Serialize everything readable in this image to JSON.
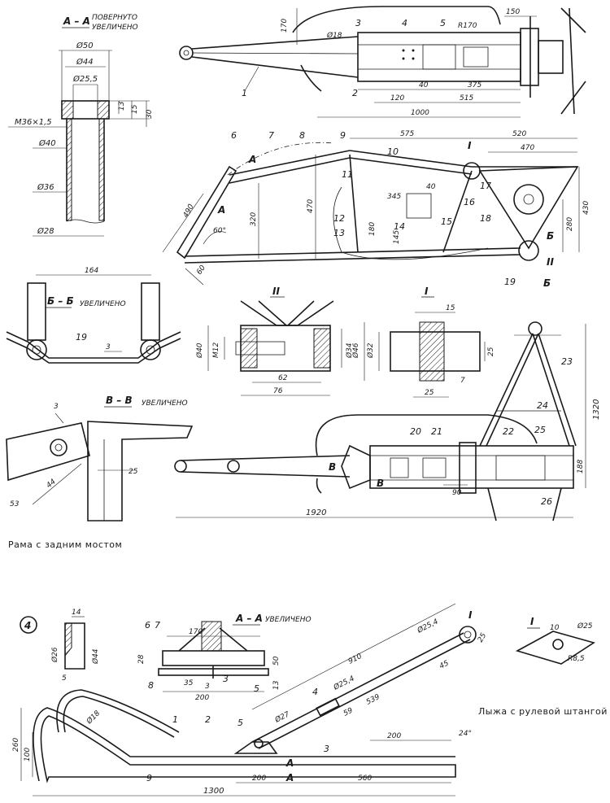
{
  "sections": {
    "aa_top": "А – А",
    "aa_top_note1": "ПОВЕРНУТО",
    "aa_top_note2": "УВЕЛИЧЕНО",
    "bb": "Б – Б",
    "bb_note": "УВЕЛИЧЕНО",
    "vv": "В – В",
    "vv_note": "УВЕЛИЧЕНО",
    "ii_1": "II",
    "i_1": "I",
    "aa_bottom": "А – А",
    "aa_bottom_note": "УВЕЛИЧЕНО",
    "i_bottom": "I",
    "i_bottom_view": "I",
    "marker_ii": "II",
    "marker_i_side": "I",
    "marker_b": "Б",
    "marker_b2": "Б",
    "marker_a": "А",
    "marker_a2": "А",
    "marker_v": "В",
    "marker_v2": "В",
    "marker_a_ski": "А",
    "marker_a_ski2": "А"
  },
  "captions": {
    "frame": "Рама с задним мостом",
    "ski": "Лыжа  с рулевой штангой",
    "figure_number": "4"
  },
  "dims": {
    "d50": "Ø50",
    "d44": "Ø44",
    "d255": "Ø25,5",
    "m36": "М36×1,5",
    "d40": "Ø40",
    "d36": "Ø36",
    "d28": "Ø28",
    "v13": "13",
    "v15": "15",
    "v30": "30",
    "d18": "Ø18",
    "v170": "170",
    "r170": "R170",
    "v150": "150",
    "v40": "40",
    "v375": "375",
    "v120": "120",
    "v515": "515",
    "v1000": "1000",
    "v575": "575",
    "v520": "520",
    "v470": "470",
    "v490": "490",
    "v320": "320",
    "v470b": "470",
    "v345": "345",
    "v40b": "40",
    "v180": "180",
    "v145": "145",
    "v430": "430",
    "v280": "280",
    "v60deg": "60°",
    "v60": "60",
    "v164": "164",
    "v3": "3",
    "d40b": "Ø40",
    "m12": "М12",
    "d34": "Ø34",
    "v62": "62",
    "v76": "76",
    "v15b": "15",
    "d46": "Ø46",
    "d32": "Ø32",
    "v25": "25",
    "v7": "7",
    "v25b": "25",
    "v3b": "3",
    "v25c": "25",
    "v44": "44",
    "v53": "53",
    "v1320": "1320",
    "v188": "188",
    "v90": "90",
    "v1920": "1920",
    "v14": "14",
    "d26": "Ø26",
    "d44b": "Ø44",
    "v5": "5",
    "v170b": "170",
    "v28": "28",
    "v50": "50",
    "v13b": "13",
    "v35": "35",
    "v3c": "3",
    "v200": "200",
    "v910": "910",
    "d254": "Ø25,4",
    "v25d": "25",
    "v45": "45",
    "d254b": "Ø25,4",
    "v59": "59",
    "v539": "539",
    "d27": "Ø27",
    "d18b": "Ø18",
    "v260": "260",
    "v100": "100",
    "v200b": "200",
    "v24deg": "24°",
    "v200c": "200",
    "v560": "560",
    "v1300": "1300",
    "v10": "10",
    "d25": "Ø25",
    "r85": "R8,5"
  },
  "parts": {
    "p1": "1",
    "p2": "2",
    "p3": "3",
    "p4": "4",
    "p5": "5",
    "p6": "6",
    "p7": "7",
    "p8": "8",
    "p9": "9",
    "p10": "10",
    "p11": "11",
    "p12": "12",
    "p13": "13",
    "p14": "14",
    "p15": "15",
    "p16": "16",
    "p17": "17",
    "p18": "18",
    "p19": "19",
    "p19b": "19",
    "p20": "20",
    "p21": "21",
    "p22": "22",
    "p23": "23",
    "p24": "24",
    "p25": "25",
    "p26": "26",
    "s1": "1",
    "s2": "2",
    "s3": "3",
    "s4": "4",
    "s5": "5",
    "s6": "6",
    "s7": "7",
    "s8": "8",
    "s9": "9",
    "s5b": "5",
    "s3b": "3"
  }
}
